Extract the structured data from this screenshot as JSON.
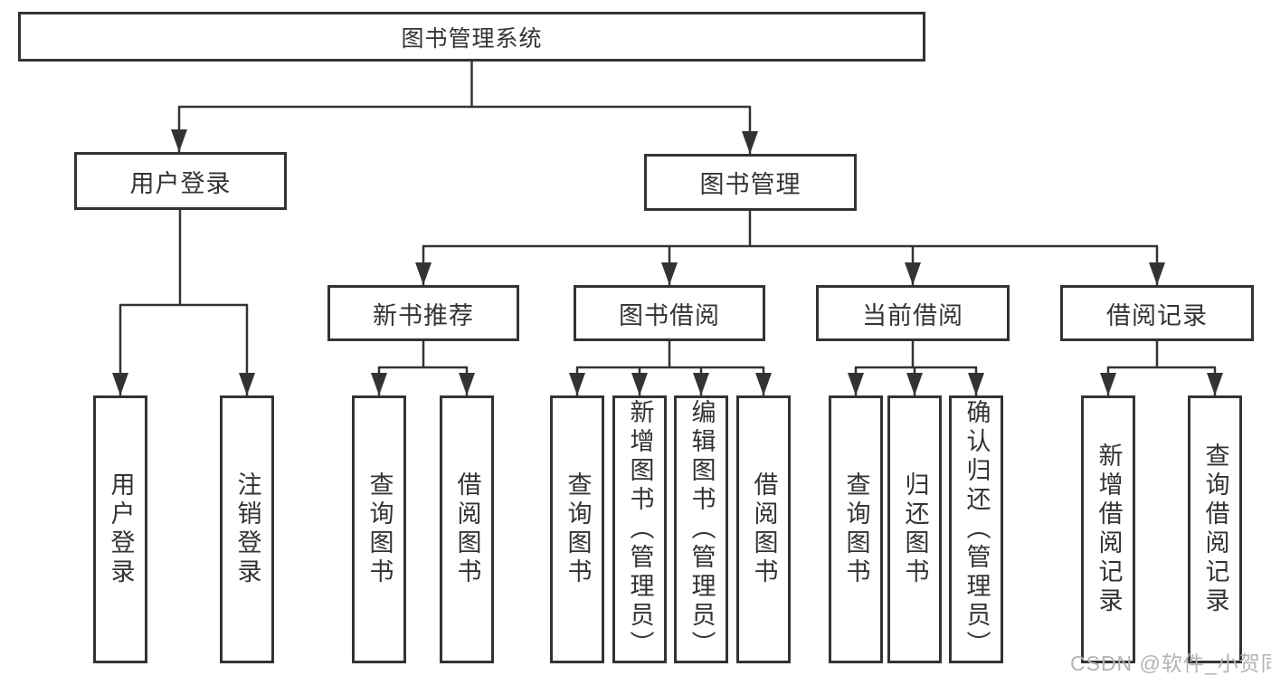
{
  "tree": {
    "root": {
      "label": "图书管理系统"
    },
    "branches": [
      {
        "label": "用户登录",
        "leaves": [
          {
            "label": "用户登录"
          },
          {
            "label": "注销登录"
          }
        ]
      },
      {
        "label": "图书管理",
        "sections": [
          {
            "label": "新书推荐",
            "leaves": [
              {
                "label": "查询图书"
              },
              {
                "label": "借阅图书"
              }
            ]
          },
          {
            "label": "图书借阅",
            "leaves": [
              {
                "label": "查询图书"
              },
              {
                "label": "新增图书（管理员）"
              },
              {
                "label": "编辑图书（管理员）"
              },
              {
                "label": "借阅图书"
              }
            ]
          },
          {
            "label": "当前借阅",
            "leaves": [
              {
                "label": "查询图书"
              },
              {
                "label": "归还图书"
              },
              {
                "label": "确认归还（管理员）"
              }
            ]
          },
          {
            "label": "借阅记录",
            "leaves": [
              {
                "label": "新增借阅记录"
              },
              {
                "label": "查询借阅记录"
              }
            ]
          }
        ]
      }
    ]
  },
  "watermark": "CSDN @软件_小贺同学",
  "colors": {
    "line": "#333333",
    "text": "#333333",
    "watermark": "#b3b3b3",
    "background": "#ffffff"
  }
}
